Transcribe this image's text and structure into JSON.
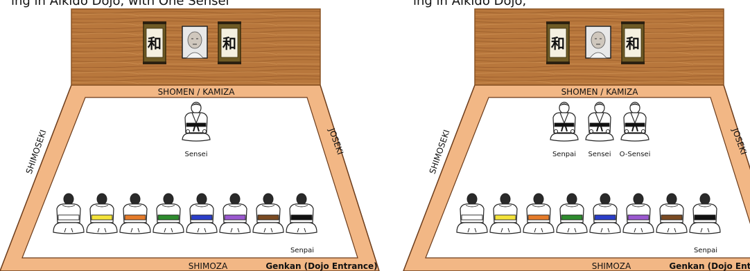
{
  "top_caption": {
    "left": "ing in Aikido Dojo, with One Sensei ",
    "right": "ing in Aikido Dojo, "
  },
  "colors": {
    "wood": "#b8773c",
    "wood_dark": "#8a5424",
    "frame": "#f2b785",
    "frame_edge": "#6b3b1a",
    "floor": "#ffffff",
    "gi": "#ffffff",
    "outline": "#222222"
  },
  "panels": [
    {
      "shomen_label": "SHOMEN / KAMIZA",
      "left_label": "SHIMOSEKI",
      "right_label": "JOSEKI",
      "bottom_label": "SHIMOZA",
      "entrance_label": "Genkan (Dojo Entrance)",
      "scroll_glyph": "和",
      "front": [
        {
          "label": "Sensei",
          "belt": "#111111"
        }
      ],
      "students": [
        {
          "belt": "#ffffff"
        },
        {
          "belt": "#f4e33a"
        },
        {
          "belt": "#e57b2a"
        },
        {
          "belt": "#2e8b2e"
        },
        {
          "belt": "#2b3ec9"
        },
        {
          "belt": "#9b59d0"
        },
        {
          "belt": "#7a4a22"
        },
        {
          "belt": "#111111",
          "label": "Senpai"
        }
      ]
    },
    {
      "shomen_label": "SHOMEN / KAMIZA",
      "left_label": "SHIMOSEKI",
      "right_label": "JOSEKI",
      "bottom_label": "SHIMOZA",
      "entrance_label": "Genkan (Dojo Entrance)",
      "scroll_glyph": "和",
      "front": [
        {
          "label": "Senpai",
          "belt": "#111111"
        },
        {
          "label": "Sensei",
          "belt": "#111111"
        },
        {
          "label": "O-Sensei",
          "belt": "#111111"
        }
      ],
      "students": [
        {
          "belt": "#ffffff"
        },
        {
          "belt": "#f4e33a"
        },
        {
          "belt": "#e57b2a"
        },
        {
          "belt": "#2e8b2e"
        },
        {
          "belt": "#2b3ec9"
        },
        {
          "belt": "#9b59d0"
        },
        {
          "belt": "#7a4a22"
        },
        {
          "belt": "#111111",
          "label": "Senpai"
        }
      ]
    }
  ]
}
